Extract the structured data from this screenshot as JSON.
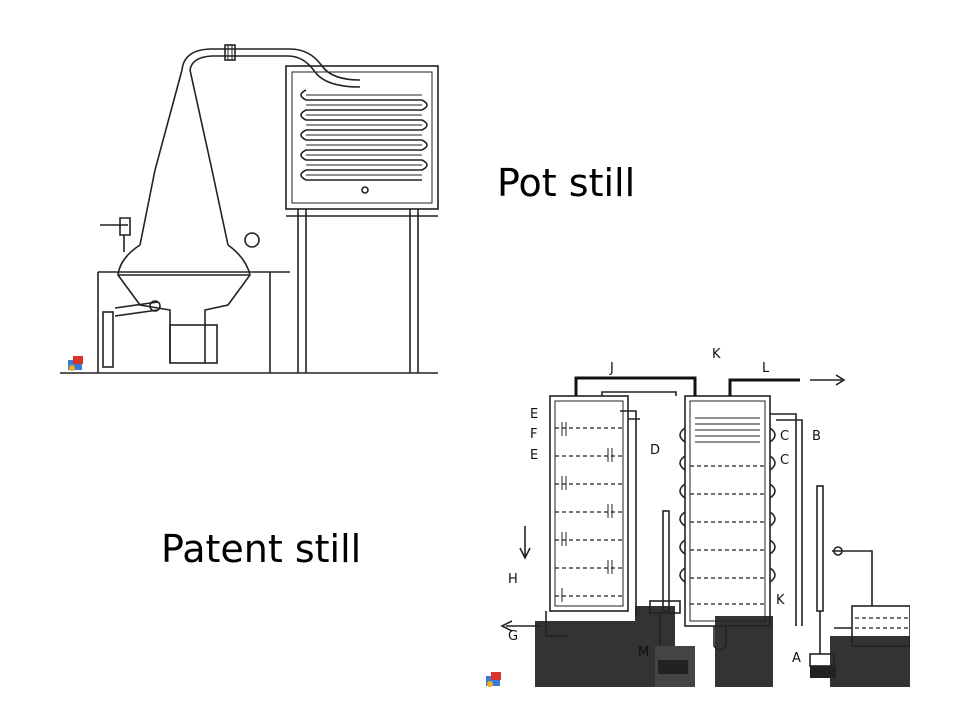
{
  "slide": {
    "pot_still_label": "Pot still",
    "patent_still_label": "Patent still"
  },
  "patent_diagram": {
    "letters": {
      "J": "J",
      "K_top": "K",
      "L": "L",
      "E_top": "E",
      "F": "F",
      "E_mid": "E",
      "D": "D",
      "C_top": "C",
      "B": "B",
      "C_mid": "C",
      "H": "H",
      "G": "G",
      "K_bottom": "K",
      "M": "M",
      "A": "A"
    }
  },
  "icons": {
    "pot_corner_icon": "clip-art-icon",
    "patent_corner_icon": "clip-art-icon"
  }
}
